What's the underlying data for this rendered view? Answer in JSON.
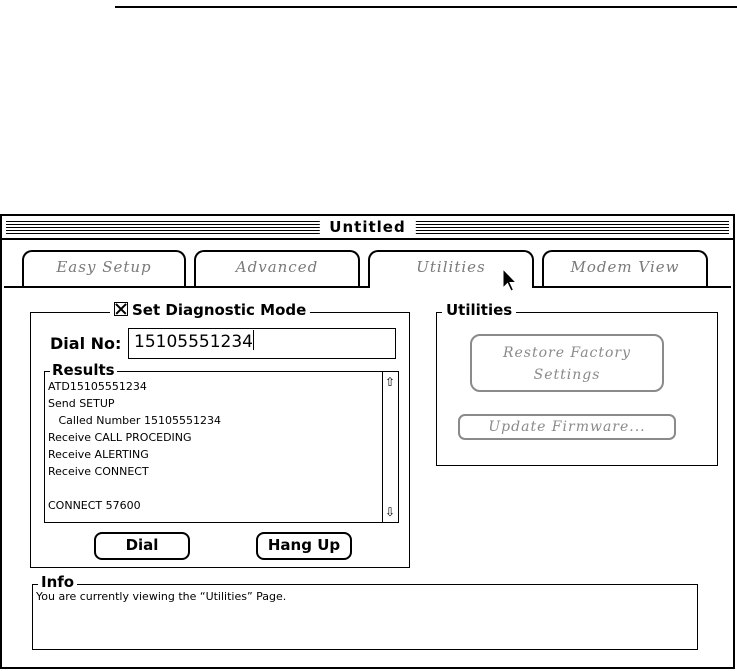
{
  "window": {
    "title": "Untitled"
  },
  "tabs": [
    {
      "label": "Easy Setup",
      "active": false
    },
    {
      "label": "Advanced",
      "active": false
    },
    {
      "label": "Utilities",
      "active": true
    },
    {
      "label": "Modem View",
      "active": false
    }
  ],
  "diagnostic": {
    "label": "Set Diagnostic Mode",
    "checked": true,
    "dial_label": "Dial No:",
    "dial_value": "15105551234",
    "results_label": "Results",
    "results_lines": [
      "ATD15105551234",
      "Send SETUP",
      "   Called Number 15105551234",
      "Receive CALL PROCEDING",
      "Receive ALERTING",
      "Receive CONNECT",
      "",
      "CONNECT 57600"
    ],
    "dial_button": "Dial",
    "hangup_button": "Hang Up"
  },
  "utilities": {
    "label": "Utilities",
    "restore_line1": "Restore Factory",
    "restore_line2": "Settings",
    "update_firmware": "Update Firmware..."
  },
  "info": {
    "label": "Info",
    "text": "You are currently viewing the “Utilities” Page."
  }
}
